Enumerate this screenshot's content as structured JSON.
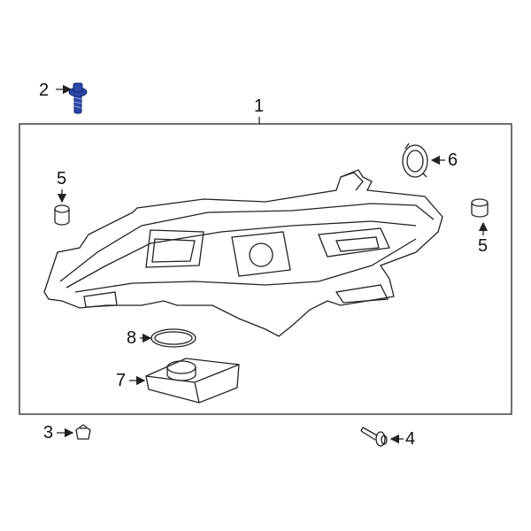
{
  "callouts": {
    "c1": "1",
    "c2": "2",
    "c3": "3",
    "c4": "4",
    "c5_left": "5",
    "c5_right": "5",
    "c6": "6",
    "c7": "7",
    "c8": "8"
  },
  "colors": {
    "highlight_part": "#2b47a8",
    "line": "#222222"
  }
}
